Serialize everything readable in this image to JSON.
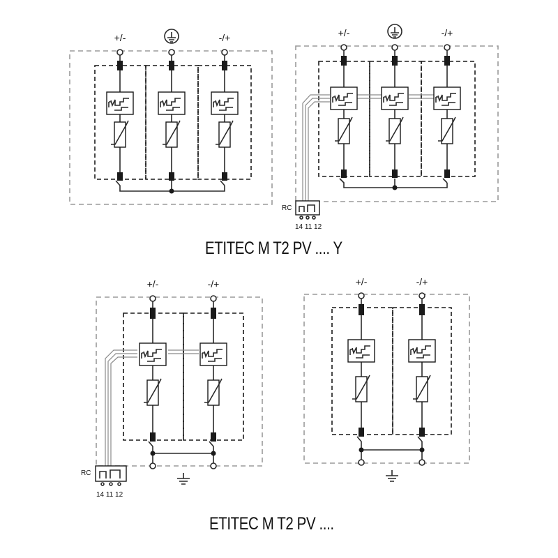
{
  "captions": {
    "top": "ETITEC M T2 PV .... Y",
    "bottom": "ETITEC M T2 PV ...."
  },
  "terminals": {
    "plus_minus": "+/-",
    "minus_plus": "-/+"
  },
  "rc": {
    "label": "RC",
    "contacts": "14 11 12"
  },
  "icons": {
    "earth_terminal": "protective-earth-icon",
    "ground": "ground-icon",
    "disconnector": "thermal-disconnector-icon",
    "varistor": "varistor-icon",
    "rc_contact": "remote-contact-icon"
  },
  "colors": {
    "line": "#1a1a1a",
    "housing_outline": "#9a9a9a"
  }
}
